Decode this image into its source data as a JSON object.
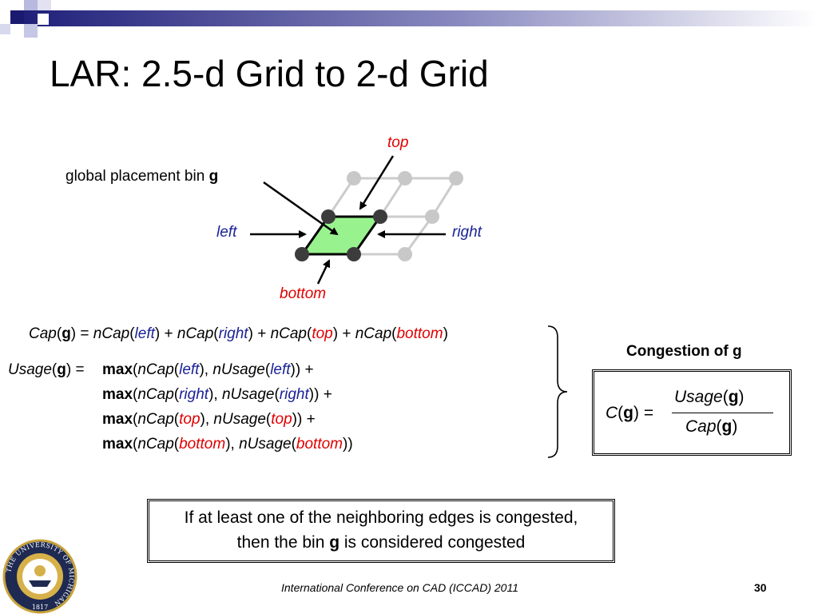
{
  "slide": {
    "title": "LAR: 2.5-d Grid to 2-d Grid",
    "diagram": {
      "bin_label_prefix": "global placement bin ",
      "bin_label_var": "g",
      "label_top": "top",
      "label_left": "left",
      "label_right": "right",
      "label_bottom": "bottom",
      "colors": {
        "bin_fill": "#98f38e",
        "active_node": "#3c3c3c",
        "inactive_node": "#c8c8c8",
        "edge_inactive": "#cccccc",
        "label_blue": "#1a2296",
        "label_red": "#e00000"
      }
    },
    "cap_formula": {
      "f1": "Cap",
      "p1": "(",
      "g": "g",
      "p2": ") = ",
      "n1": "nCap",
      "o1": "(",
      "a1": "left",
      "c1": ") + ",
      "n2": "nCap",
      "o2": "(",
      "a2": "right",
      "c2": ") + ",
      "n3": "nCap",
      "o3": "(",
      "a3": "top",
      "c3": ") + ",
      "n4": "nCap",
      "o4": "(",
      "a4": "bottom",
      "c4": ")"
    },
    "usage_formula": {
      "head_f": "Usage",
      "head_o": "(",
      "head_g": "g",
      "head_c": ") = ",
      "lines": [
        {
          "max": "max",
          "o": "(",
          "cap": "nCap",
          "o2": "(",
          "arg": "left",
          "mid": "), ",
          "use": "nUsage",
          "o3": "(",
          "arg2": "left",
          "end": ")) +"
        },
        {
          "max": "max",
          "o": "(",
          "cap": "nCap",
          "o2": "(",
          "arg": "right",
          "mid": "), ",
          "use": "nUsage",
          "o3": "(",
          "arg2": "right",
          "end": ")) +"
        },
        {
          "max": "max",
          "o": "(",
          "cap": "nCap",
          "o2": "(",
          "arg": "top",
          "mid": "), ",
          "use": "nUsage",
          "o3": "(",
          "arg2": "top",
          "end": ")) +"
        },
        {
          "max": "max",
          "o": "(",
          "cap": "nCap",
          "o2": "(",
          "arg": "bottom",
          "mid": "), ",
          "use": "nUsage",
          "o3": "(",
          "arg2": "bottom",
          "end": "))"
        }
      ]
    },
    "congestion": {
      "heading": "Congestion of g",
      "lhs_c": "C",
      "lhs_o": "(",
      "lhs_g": "g",
      "lhs_e": ") =",
      "num_f": "Usage",
      "num_o": "(",
      "num_g": "g",
      "num_c": ")",
      "den_f": "Cap",
      "den_o": "(",
      "den_g": "g",
      "den_c": ")"
    },
    "note": {
      "line1": "If at least one of the neighboring edges is congested,",
      "line2_a": "then the bin ",
      "line2_g": "g",
      "line2_b": " is considered congested"
    },
    "footer": {
      "logo_text": "THE UNIVERSITY OF MICHIGAN",
      "logo_year": "1817",
      "conference": "International Conference on CAD (ICCAD) 2011",
      "page_number": "30"
    }
  }
}
